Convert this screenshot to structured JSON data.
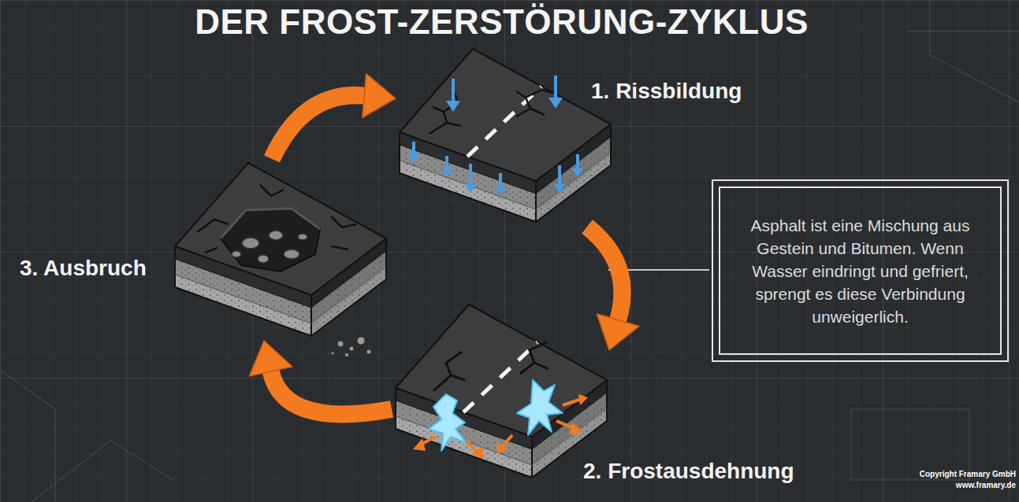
{
  "diagram": {
    "title": "DER FROST-ZERSTÖRUNG-ZYKLUS",
    "nodes": [
      {
        "text": [
          "1. Rissbildung"
        ]
      },
      {
        "text": [
          "2. Frostausdehnung"
        ]
      },
      {
        "text": [
          "3. Ausbruch"
        ]
      },
      {
        "text": [
          "Asphalt ist eine Mischung aus Gestein und Bitumen. Wenn Wasser eindringt und gefriert, sprengt es diese Verbindung unweigerlich."
        ]
      }
    ],
    "edges": [
      {
        "from": 0,
        "to": 1,
        "arrow": "to"
      },
      {
        "from": 1,
        "to": 2,
        "arrow": "to"
      },
      {
        "from": 2,
        "to": 0,
        "arrow": "to"
      }
    ],
    "labels": [
      "Copyright Framary GmbH",
      "www.framary.de"
    ]
  }
}
